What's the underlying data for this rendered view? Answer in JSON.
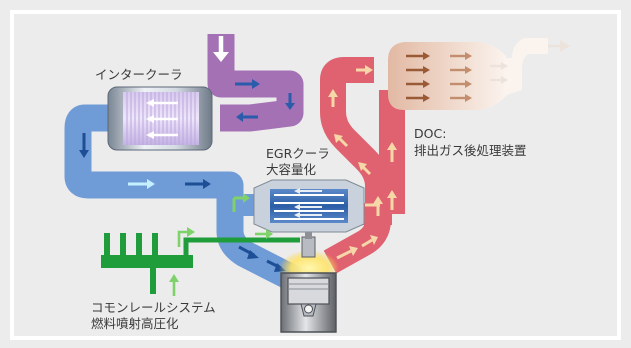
{
  "labels": {
    "intercooler": "インタークーラ",
    "egr_line1": "EGRクーラ",
    "egr_line2": "大容量化",
    "doc_line1": "DOC:",
    "doc_line2": "排出ガス後処理装置",
    "common_rail_line1": "コモンレールシステム",
    "common_rail_line2": "燃料噴射高圧化"
  },
  "colors": {
    "background": "#ececec",
    "panel_border": "#ffffff",
    "intake_duct": "#6f9bd6",
    "intake_duct_light": "#a9c6ee",
    "intake_arrow": "#1e4f96",
    "compressor_duct": "#a471b5",
    "exhaust_duct": "#e0616f",
    "exhaust_duct_light": "#f2a1aa",
    "exhaust_arrow": "#f6d7a8",
    "fuel_line": "#1f9d3a",
    "fuel_arrow": "#7fd16a",
    "doc_body": "#e7c9b8",
    "doc_arrow": "#9a5a35"
  },
  "icons": [
    "flow-arrow",
    "intercooler-core",
    "egr-cooler-core",
    "doc-catalyst",
    "fuel-injector",
    "engine-piston",
    "fuel-rail"
  ]
}
